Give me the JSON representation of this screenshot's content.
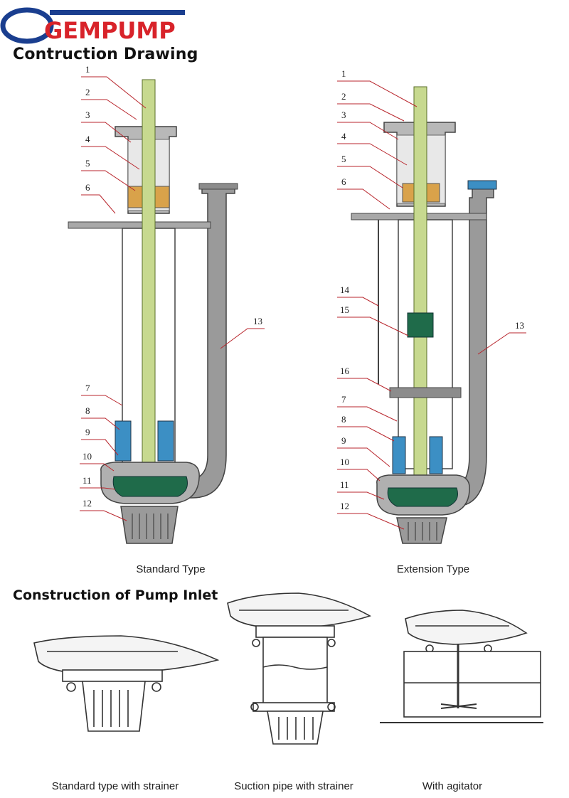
{
  "logo": {
    "brand": "GEMPUMP",
    "brand_color": "#d8232a",
    "ring_color": "#1a3e8f"
  },
  "header": {
    "title": "Contruction Drawing"
  },
  "standard": {
    "caption": "Standard Type",
    "labels": [
      "1",
      "2",
      "3",
      "4",
      "5",
      "6",
      "7",
      "8",
      "9",
      "10",
      "11",
      "12",
      "13"
    ]
  },
  "extension": {
    "caption": "Extension Type",
    "labels": [
      "1",
      "2",
      "3",
      "4",
      "5",
      "6",
      "14",
      "15",
      "16",
      "7",
      "8",
      "9",
      "10",
      "11",
      "12",
      "13"
    ]
  },
  "inlet": {
    "title": "Construction of Pump Inlet",
    "captions": [
      "Standard type with strainer",
      "Suction pipe with strainer",
      "With agitator"
    ]
  },
  "colors": {
    "shaft": "#c7d98f",
    "impeller": "#1f6b4a",
    "bearing": "#d9a24a",
    "liner": "#3c8fc4",
    "casing": "#9a9a9a",
    "leader": "#b8252c"
  }
}
